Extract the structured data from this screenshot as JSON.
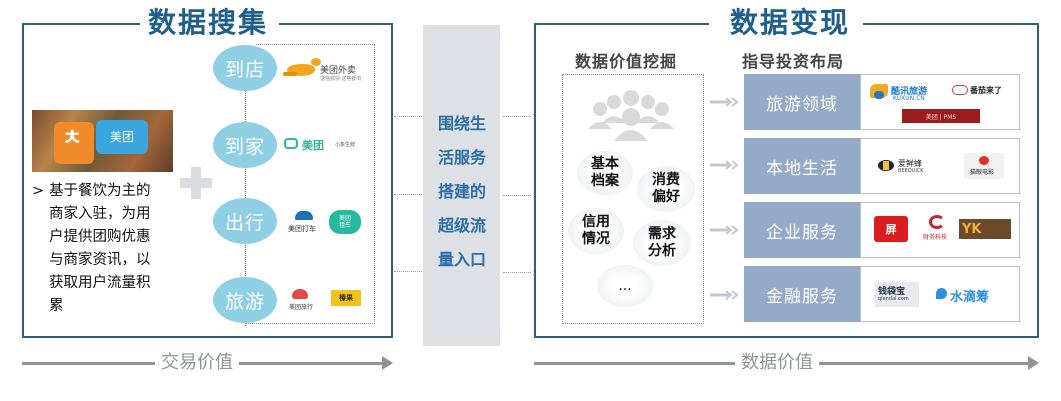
{
  "colors": {
    "frame": "#2f6079",
    "title": "#1f5f8b",
    "circle": "#8ecfe3",
    "category": "#94aac6",
    "center_column": "#dde0e5",
    "center_text": "#2a6ea6",
    "bottom_arrow": "#8e949a"
  },
  "left": {
    "title": "数据搜集",
    "image": {
      "icon": "dianping-meituan-puzzle-image",
      "label": "美团"
    },
    "description_bullet": ">",
    "description": "基于餐饮为主的商家入驻，为用户提供团购优惠与商家资讯，以获取用户流量积累",
    "description_lines": [
      "基于餐饮为主的",
      "商家入驻，为用",
      "户提供团购优惠",
      "与商家资讯，以",
      "获取用户流量积",
      "累"
    ],
    "plus_icon": "plus-icon",
    "scenarios": [
      {
        "label": "到店",
        "logos": [
          {
            "icon": "meituan-waimai-kangaroo-logo",
            "text": "美团外卖",
            "subtext": "送啥都快 送啥都有"
          }
        ]
      },
      {
        "label": "到家",
        "logos": [
          {
            "icon": "meituan-logo",
            "text": "美团"
          },
          {
            "icon": "small-brand-logo",
            "text": "小象生鲜"
          }
        ]
      },
      {
        "label": "出行",
        "logos": [
          {
            "icon": "meituan-dache-car-logo",
            "text": "美团打车"
          },
          {
            "icon": "meituan-zuche-logo",
            "text": "美团租车"
          }
        ]
      },
      {
        "label": "旅游",
        "logos": [
          {
            "icon": "meituan-lvxing-logo",
            "text": "美团旅行"
          },
          {
            "icon": "yellow-brand-logo",
            "text": "榛果"
          }
        ]
      }
    ],
    "bottom_label": "交易价值"
  },
  "center": {
    "lines": [
      "围绕生",
      "活服务",
      "搭建的",
      "超级流",
      "量入口"
    ]
  },
  "right": {
    "title": "数据变现",
    "mining_heading": "数据价值挖掘",
    "people_icon": "people-group-icon",
    "mining_items": [
      {
        "lines": [
          "基本",
          "档案"
        ]
      },
      {
        "lines": [
          "消费",
          "偏好"
        ]
      },
      {
        "lines": [
          "信用",
          "情况"
        ]
      },
      {
        "lines": [
          "需求",
          "分析"
        ]
      },
      {
        "lines": [
          "..."
        ]
      }
    ],
    "investment_heading": "指导投资布局",
    "categories": [
      {
        "label": "旅游领域",
        "logos": [
          {
            "icon": "kuxun-logo",
            "text": "酷讯旅游",
            "subtext": "KUXUN.CN"
          },
          {
            "icon": "cloud-brand-logo",
            "text": "番茄来了"
          },
          {
            "icon": "pms-logo",
            "text": "美团 | PMS"
          }
        ]
      },
      {
        "label": "本地生活",
        "logos": [
          {
            "icon": "bee-brand-logo",
            "text": "爱鲜蜂",
            "subtext": "BEEQUICK"
          },
          {
            "icon": "maoyan-logo",
            "text": "猫眼电影"
          }
        ]
      },
      {
        "label": "企业服务",
        "logos": [
          {
            "icon": "red-bottle-logo",
            "text": "屏"
          },
          {
            "icon": "finance-tech-logo",
            "text": "财务科技"
          },
          {
            "icon": "yk-logo",
            "text": "YK"
          }
        ]
      },
      {
        "label": "金融服务",
        "logos": [
          {
            "icon": "qiandaibao-logo",
            "text": "钱袋宝",
            "subtext": "qiandai.com"
          },
          {
            "icon": "shuidichou-logo",
            "text": "水滴筹"
          }
        ]
      }
    ],
    "bottom_label": "数据价值"
  }
}
